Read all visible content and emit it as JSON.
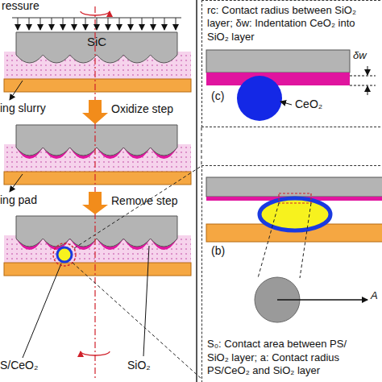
{
  "diagram": {
    "nodes": [
      {
        "text": [
          "SiC"
        ]
      },
      {
        "text": [
          "rc: Contact radius between SiO₂ layer; δw: Indentation CeO₂ into SiO₂ layer"
        ]
      },
      {
        "text": [
          "S₀: Contact area between PS/ SiO₂ layer; a: Contact radius PS/CeO₂ and SiO₂ layer"
        ]
      }
    ],
    "labels": [
      "ressure",
      "ing slurry",
      "Oxidize step",
      "ing pad",
      "Remove step",
      "S/CeO₂",
      "SiO₂",
      "(c)",
      "CeO₂",
      "δw",
      "(b)",
      "A"
    ]
  }
}
